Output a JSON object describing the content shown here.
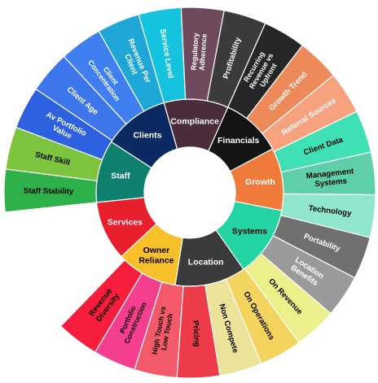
{
  "wheel": {
    "categories": [
      {
        "id": "staff",
        "label": "Staff",
        "color": "#0f7f6e",
        "text_color": "#ffffff",
        "items": [
          {
            "label": "Staff Stability",
            "color": "#2eb04a",
            "text_color": "#000000"
          },
          {
            "label": "Staff Skill",
            "color": "#7dc43e",
            "text_color": "#000000"
          }
        ]
      },
      {
        "id": "clients",
        "label": "Clients",
        "color": "#0b2a62",
        "text_color": "#ffffff",
        "items": [
          {
            "label": "Av Portfolio Value",
            "color": "#2e61e0",
            "text_color": "#ffffff"
          },
          {
            "label": "Client Age",
            "color": "#3d75eb",
            "text_color": "#ffffff"
          },
          {
            "label": "Client Concentration",
            "color": "#3f7ff0",
            "text_color": "#ffffff"
          },
          {
            "label": "Revenue Per Client",
            "color": "#1ea7d6",
            "text_color": "#ffffff"
          },
          {
            "label": "Service Level",
            "color": "#16c3de",
            "text_color": "#ffffff"
          }
        ]
      },
      {
        "id": "compliance",
        "label": "Compliance",
        "color": "#4a2c3a",
        "text_color": "#ffffff",
        "items": [
          {
            "label": "Regulatory Adherence",
            "color": "#6e4a5c",
            "text_color": "#ffffff"
          }
        ]
      },
      {
        "id": "financials",
        "label": "Financials",
        "color": "#141414",
        "text_color": "#ffffff",
        "items": [
          {
            "label": "Profitability",
            "color": "#3b3b3b",
            "text_color": "#ffffff"
          },
          {
            "label": "Recurring Revenue vs Upfront",
            "color": "#262626",
            "text_color": "#ffffff"
          }
        ]
      },
      {
        "id": "growth",
        "label": "Growth",
        "color": "#f07a3a",
        "text_color": "#ffffff",
        "items": [
          {
            "label": "Growth Trend",
            "color": "#ee8a5a",
            "text_color": "#ffffff"
          },
          {
            "label": "Referral Sources",
            "color": "#f7a27e",
            "text_color": "#ffffff"
          }
        ]
      },
      {
        "id": "systems",
        "label": "Systems",
        "color": "#24d4a4",
        "text_color": "#000000",
        "items": [
          {
            "label": "Client Data",
            "color": "#3fe0b6",
            "text_color": "#000000"
          },
          {
            "label": "Management Systems",
            "color": "#5fcfaa",
            "text_color": "#000000"
          },
          {
            "label": "Technology",
            "color": "#8fe6cd",
            "text_color": "#000000"
          }
        ]
      },
      {
        "id": "location",
        "label": "Location",
        "color": "#3b3b3b",
        "text_color": "#ffffff",
        "items": [
          {
            "label": "Portability",
            "color": "#707070",
            "text_color": "#ffffff"
          },
          {
            "label": "Location Benefits",
            "color": "#9a9a9a",
            "text_color": "#ffffff"
          }
        ]
      },
      {
        "id": "owner-reliance",
        "label": "Owner Reliance",
        "color": "#f7bf2a",
        "text_color": "#000000",
        "items": [
          {
            "label": "On Revenue",
            "color": "#ecef8a",
            "text_color": "#000000"
          },
          {
            "label": "On Operations",
            "color": "#f2d45e",
            "text_color": "#000000"
          },
          {
            "label": "Non Compete",
            "color": "#ece39b",
            "text_color": "#000000"
          }
        ]
      },
      {
        "id": "services",
        "label": "Services",
        "color": "#e8202e",
        "text_color": "#ffffff",
        "items": [
          {
            "label": "Pricing",
            "color": "#ee3b4a",
            "text_color": "#000000"
          },
          {
            "label": "High Touch vs Low Touch",
            "color": "#f25a6a",
            "text_color": "#000000"
          },
          {
            "label": "Portfolio Construction",
            "color": "#f43f8e",
            "text_color": "#000000"
          },
          {
            "label": "Revenue Diversity",
            "color": "#f71e3c",
            "text_color": "#000000"
          }
        ]
      }
    ]
  }
}
